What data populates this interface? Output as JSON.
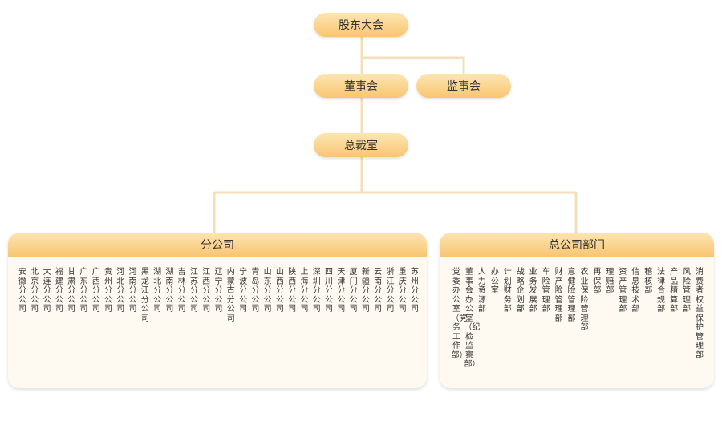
{
  "nodes": {
    "shareholders": "股东大会",
    "board": "董事会",
    "supervisors": "监事会",
    "president": "总裁室"
  },
  "branches": {
    "title": "分公司",
    "items": [
      "安徽分公司",
      "北京分公司",
      "大连分公司",
      "福建分公司",
      "甘肃分公司",
      "广东分公司",
      "广西分公司",
      "贵州分公司",
      "河北分公司",
      "河南分公司",
      "黑龙江分公司",
      "湖北分公司",
      "湖南分公司",
      "吉林分公司",
      "江苏分公司",
      "江西分公司",
      "辽宁分公司",
      "内蒙古分公司",
      "宁波分公司",
      "青岛分公司",
      "山东分公司",
      "山西分公司",
      "陕西分公司",
      "上海分公司",
      "深圳分公司",
      "四川分公司",
      "天津分公司",
      "厦门分公司",
      "新疆分公司",
      "云南分公司",
      "浙江分公司",
      "重庆分公司",
      "苏州分公司"
    ]
  },
  "hq": {
    "title": "总公司部门",
    "items": [
      {
        "name": "党委办公室",
        "sub": "（党务工作部）"
      },
      {
        "name": "董事会办公室",
        "sub": "（纪检监察部）"
      },
      {
        "name": "人力资源部"
      },
      {
        "name": "办公室"
      },
      {
        "name": "计划财务部"
      },
      {
        "name": "战略企划部"
      },
      {
        "name": "业务发展部"
      },
      {
        "name": "车险管理部"
      },
      {
        "name": "财产险管理部"
      },
      {
        "name": "意健险管理部"
      },
      {
        "name": "农业保险管理部"
      },
      {
        "name": "再保部"
      },
      {
        "name": "理赔部"
      },
      {
        "name": "资产管理部"
      },
      {
        "name": "信息技术部"
      },
      {
        "name": "稽核部"
      },
      {
        "name": "法律合规部"
      },
      {
        "name": "产品精算部"
      },
      {
        "name": "风险管理部"
      },
      {
        "name": "消费者权益保护管理部"
      }
    ]
  },
  "colors": {
    "line": "#f3dfb8",
    "node_top": "#fde6b2",
    "node_bottom": "#f8c572",
    "panel_bg": "#fffaf1"
  }
}
